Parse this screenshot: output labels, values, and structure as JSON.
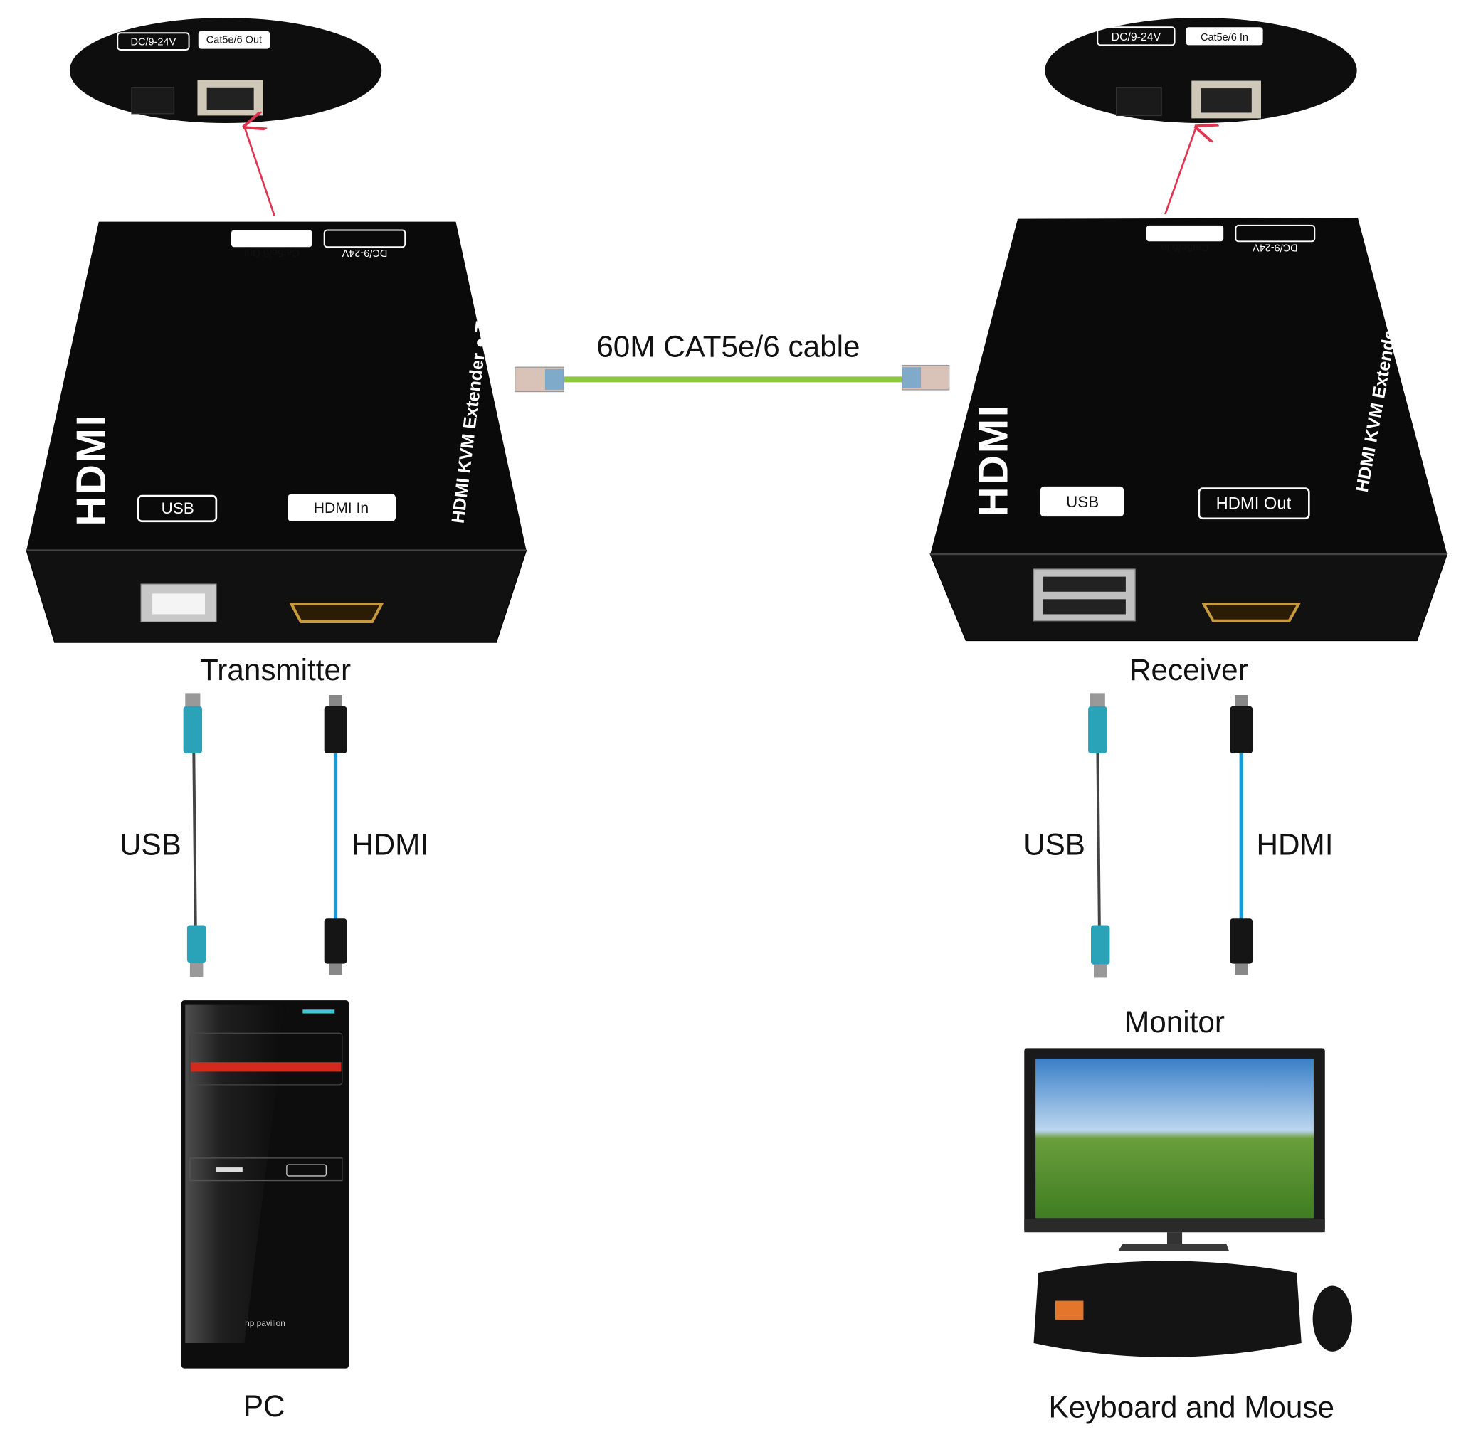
{
  "cable": {
    "label": "60M CAT5e/6 cable",
    "color": "#8dc63f"
  },
  "transmitter": {
    "label": "Transmitter",
    "product_text": "HDMI  KVM Extender ● Transmitter",
    "logo": "HDMI",
    "port_labels": {
      "usb": "USB",
      "hdmi": "HDMI In",
      "power": "DC/9-24V",
      "lan": "Cat5e/6 Out"
    },
    "connections": {
      "usb": "USB",
      "hdmi": "HDMI"
    },
    "device": "PC"
  },
  "receiver": {
    "label": "Receiver",
    "product_text": "HDMI  KVM Extender ● Receiver",
    "logo": "HDMI",
    "port_labels": {
      "usb": "USB",
      "hdmi": "HDMI Out",
      "power": "DC/9-24V",
      "lan": "Cat5e/6 In"
    },
    "connections": {
      "usb": "USB",
      "hdmi": "HDMI"
    },
    "devices": {
      "monitor": "Monitor",
      "input": "Keyboard and Mouse"
    }
  },
  "pc_brand": "hp pavilion",
  "colors": {
    "arrow": "#e0344f",
    "usb_cable": "#2aa3b8",
    "hdmi_cable": "#1c9ad6",
    "device_body": "#111111"
  }
}
